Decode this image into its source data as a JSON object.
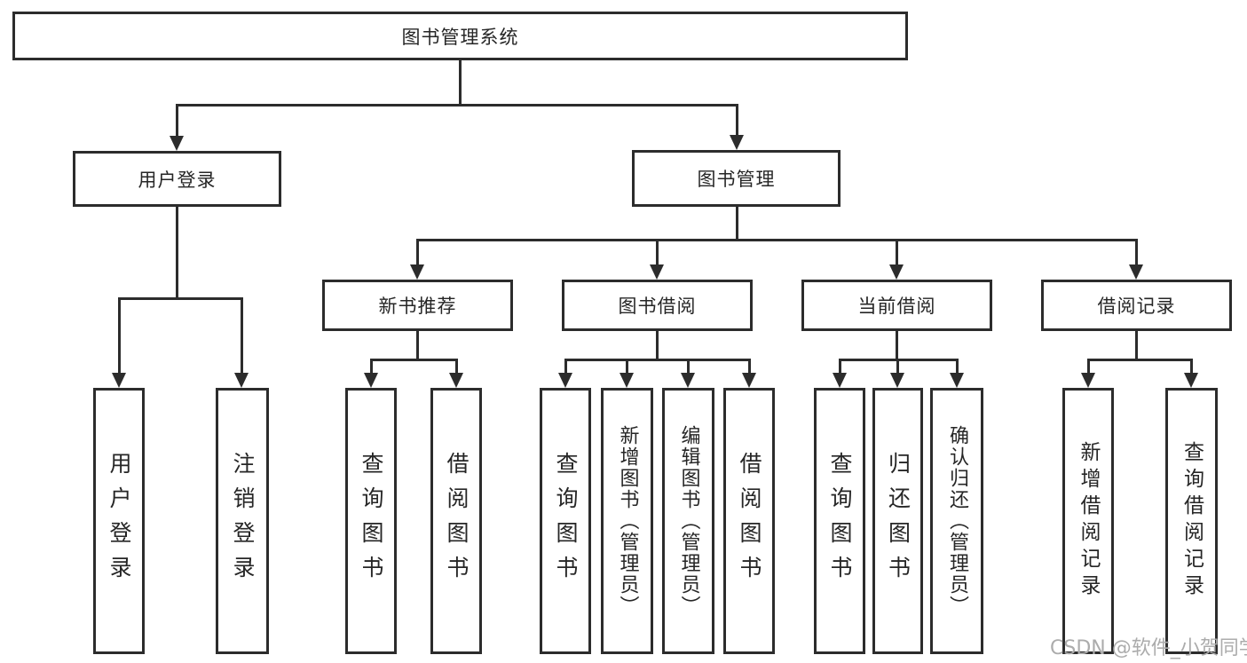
{
  "tree": {
    "label": "图书管理系统",
    "children": [
      {
        "label": "用户登录",
        "children": [
          {
            "label": "用户登录"
          },
          {
            "label": "注销登录"
          }
        ]
      },
      {
        "label": "图书管理",
        "children": [
          {
            "label": "新书推荐",
            "children": [
              {
                "label": "查询图书"
              },
              {
                "label": "借阅图书"
              }
            ]
          },
          {
            "label": "图书借阅",
            "children": [
              {
                "label": "查询图书"
              },
              {
                "label": "新增图书（管理员）"
              },
              {
                "label": "编辑图书（管理员）"
              },
              {
                "label": "借阅图书"
              }
            ]
          },
          {
            "label": "当前借阅",
            "children": [
              {
                "label": "查询图书"
              },
              {
                "label": "归还图书"
              },
              {
                "label": "确认归还（管理员）"
              }
            ]
          },
          {
            "label": "借阅记录",
            "children": [
              {
                "label": "新增借阅记录"
              },
              {
                "label": "查询借阅记录"
              }
            ]
          }
        ]
      }
    ]
  },
  "watermark": {
    "text": "CSDN @软件_小贺同学"
  },
  "colors": {
    "line": "#2c2c2c",
    "box_background": "#ffffff",
    "text": "#262626",
    "watermark": "#acacac",
    "page_background": "#ffffff"
  },
  "icons": {
    "arrow_down_icon": "▼"
  }
}
